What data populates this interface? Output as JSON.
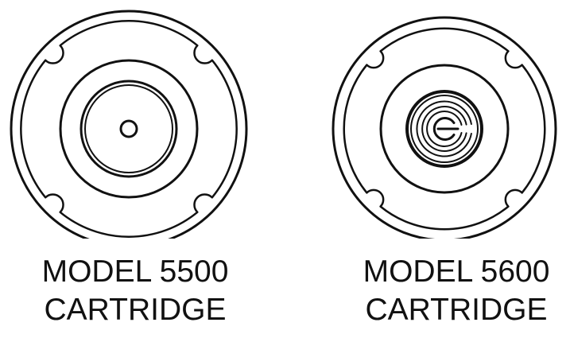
{
  "cartridges": [
    {
      "model_line": "MODEL 5500",
      "type_line": "CARTRIDGE",
      "center_feature": "small-hole"
    },
    {
      "model_line": "MODEL 5600",
      "type_line": "CARTRIDGE",
      "center_feature": "spiral-groove-with-logo"
    }
  ],
  "colors": {
    "line": "#111111",
    "background": "#ffffff"
  }
}
